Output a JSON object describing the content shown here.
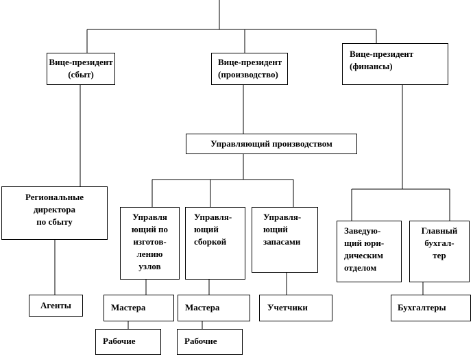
{
  "nodes": {
    "vp_sales": "Вице-президент\n(сбыт)",
    "vp_production": "Вице-президент\n(производство)",
    "vp_finance": "Вице-президент\n(финансы)",
    "production_manager": "Управляющий производством",
    "regional_directors": "Региональные\nдиректора\nпо сбыту",
    "mgr_components": "Управля\nющий по\nизготов-\nлению\nузлов",
    "mgr_assembly": "Управля-\nющий\nсборкой",
    "mgr_inventory": "Управля-\nющий\nзапасами",
    "head_legal": "Заведую-\nщий юри-\nдическим\nотделом",
    "chief_accountant": "Главный\nбухгал-\nтер",
    "agents": "Агенты",
    "foremen_1": "Мастера",
    "foremen_2": "Мастера",
    "tally_clerks": "Учетчики",
    "accountants": "Бухгалтеры",
    "workers_1": "Рабочие",
    "workers_2": "Рабочие"
  }
}
